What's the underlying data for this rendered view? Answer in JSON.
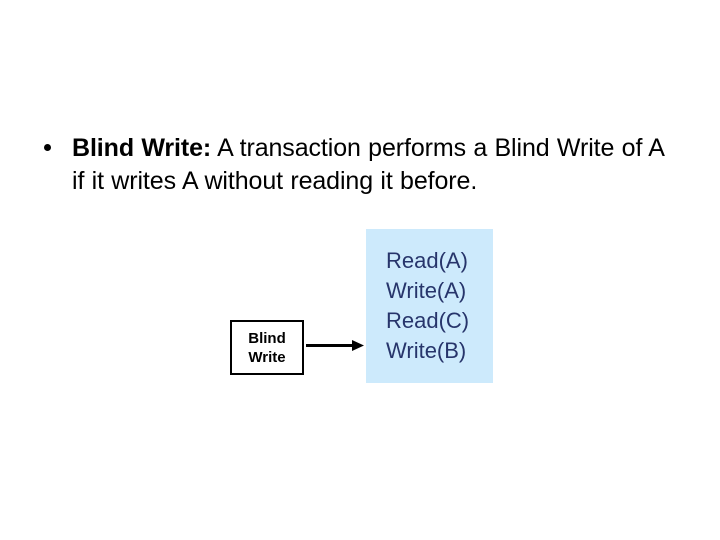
{
  "slide": {
    "background_color": "#ffffff",
    "bullet": {
      "marker": "bullet-dot",
      "lead_label": "Blind Write:",
      "body_text": " A transaction performs a Blind Write of A if it writes A without reading it before.",
      "full_text": "Blind Write: A transaction performs a Blind Write of A if it writes A without reading it before."
    },
    "diagram": {
      "source_box": {
        "line1": "Blind",
        "line2": "Write",
        "border_color": "#000000",
        "fill_color": "#ffffff"
      },
      "connector": {
        "icon": "right-arrow-icon",
        "color": "#000000"
      },
      "operations_panel": {
        "fill_color": "#cdeafc",
        "text_color": "#27356b",
        "operations": [
          "Read(A)",
          "Write(A)",
          "Read(C)",
          "Write(B)"
        ]
      }
    }
  }
}
